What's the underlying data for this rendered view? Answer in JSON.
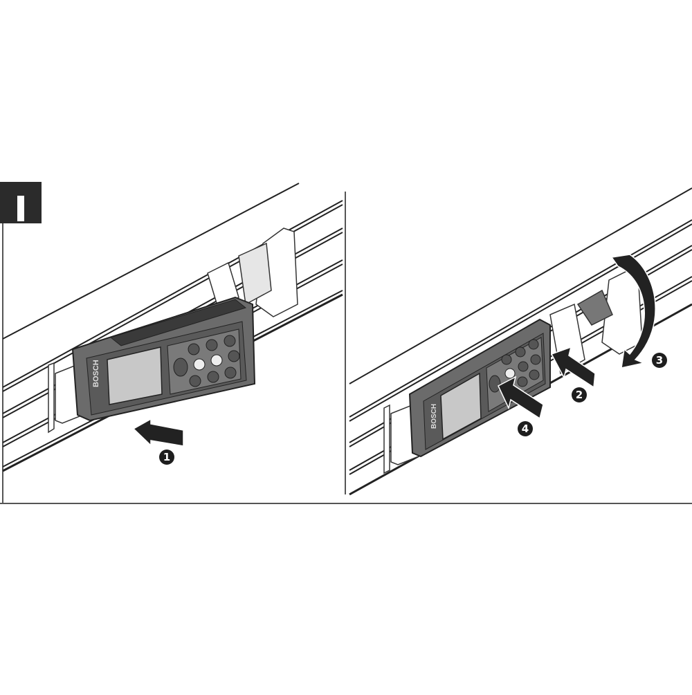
{
  "figure": {
    "label": "I",
    "panels": [
      {
        "id": "left",
        "description": "Slide measuring tool into rail holder",
        "steps": [
          "1"
        ]
      },
      {
        "id": "right",
        "description": "Push in, rotate lock lever, press button",
        "steps": [
          "2",
          "3",
          "4"
        ]
      }
    ]
  },
  "device": {
    "brand": "BOSCH"
  },
  "steps": {
    "s1": "1",
    "s2": "2",
    "s3": "3",
    "s4": "4"
  },
  "colors": {
    "ink": "#1e1e1e",
    "device_body": "#6b6b6b",
    "device_dark": "#3a3a3a",
    "screen": "#c8c8c8",
    "label_bg": "#2b2b2b",
    "background": "#ffffff"
  }
}
